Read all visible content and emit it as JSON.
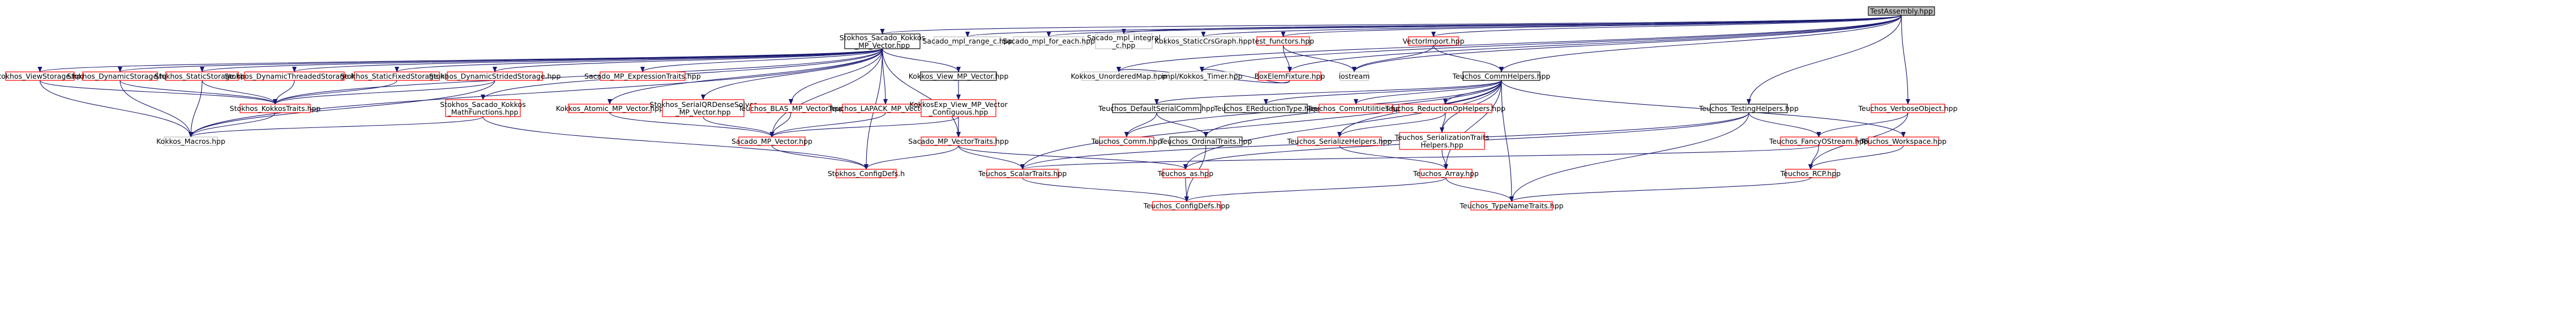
{
  "colors": {
    "edge": "#191970",
    "linked_border": "#000000",
    "unlinked_border": "#ff0000",
    "root_fill": "#bfbfbf",
    "node_fill": "#ffffff",
    "text": "#000000"
  },
  "nodes": [
    {
      "id": "root",
      "lines": [
        "TestAssembly.hpp"
      ],
      "kind": "root"
    },
    {
      "id": "sskmpv",
      "lines": [
        "Stokhos_Sacado_Kokkos",
        "_MP_Vector.hpp"
      ],
      "kind": "linked"
    },
    {
      "id": "mpl_range_c",
      "lines": [
        "Sacado_mpl_range_c.hpp"
      ],
      "kind": "plain"
    },
    {
      "id": "mpl_for_each",
      "lines": [
        "Sacado_mpl_for_each.hpp"
      ],
      "kind": "plain"
    },
    {
      "id": "mpl_integral",
      "lines": [
        "Sacado_mpl_integral",
        "_c.hpp"
      ],
      "kind": "plain"
    },
    {
      "id": "static_crs",
      "lines": [
        "Kokkos_StaticCrsGraph.hpp"
      ],
      "kind": "plain"
    },
    {
      "id": "test_functors",
      "lines": [
        "test_functors.hpp"
      ],
      "kind": "unlinked"
    },
    {
      "id": "vector_import",
      "lines": [
        "VectorImport.hpp"
      ],
      "kind": "unlinked"
    },
    {
      "id": "unordered_map",
      "lines": [
        "Kokkos_UnorderedMap.hpp"
      ],
      "kind": "plain"
    },
    {
      "id": "impl_timer",
      "lines": [
        "impl/Kokkos_Timer.hpp"
      ],
      "kind": "plain"
    },
    {
      "id": "box_elem",
      "lines": [
        "BoxElemFixture.hpp"
      ],
      "kind": "unlinked"
    },
    {
      "id": "iostream",
      "lines": [
        "iostream"
      ],
      "kind": "plain"
    },
    {
      "id": "comm_helpers",
      "lines": [
        "Teuchos_CommHelpers.hpp"
      ],
      "kind": "linked"
    },
    {
      "id": "view_storage",
      "lines": [
        "Stokhos_ViewStorage.hpp"
      ],
      "kind": "unlinked"
    },
    {
      "id": "dyn_storage",
      "lines": [
        "Stokhos_DynamicStorage.hpp"
      ],
      "kind": "unlinked"
    },
    {
      "id": "static_storage",
      "lines": [
        "Stokhos_StaticStorage.hpp"
      ],
      "kind": "unlinked"
    },
    {
      "id": "dyn_thr_storage",
      "lines": [
        "Stokhos_DynamicThreadedStorage.hpp"
      ],
      "kind": "unlinked"
    },
    {
      "id": "static_fixed",
      "lines": [
        "Stokhos_StaticFixedStorage.hpp"
      ],
      "kind": "unlinked"
    },
    {
      "id": "dyn_strided",
      "lines": [
        "Stokhos_DynamicStridedStorage.hpp"
      ],
      "kind": "unlinked"
    },
    {
      "id": "sacado_expr",
      "lines": [
        "Sacado_MP_ExpressionTraits.hpp"
      ],
      "kind": "unlinked"
    },
    {
      "id": "kokkos_view_mp",
      "lines": [
        "Kokkos_View_MP_Vector.hpp"
      ],
      "kind": "linked"
    },
    {
      "id": "kokkos_traits",
      "lines": [
        "Stokhos_KokkosTraits.hpp"
      ],
      "kind": "unlinked"
    },
    {
      "id": "sacado_math",
      "lines": [
        "Stokhos_Sacado_Kokkos",
        "_MathFunctions.hpp"
      ],
      "kind": "unlinked"
    },
    {
      "id": "atomic_mp",
      "lines": [
        "Kokkos_Atomic_MP_Vector.hpp"
      ],
      "kind": "unlinked"
    },
    {
      "id": "serial_qr",
      "lines": [
        "Stokhos_SerialQRDenseSolver",
        "_MP_Vector.hpp"
      ],
      "kind": "unlinked"
    },
    {
      "id": "blas_mp",
      "lines": [
        "Teuchos_BLAS_MP_Vector.hpp"
      ],
      "kind": "unlinked"
    },
    {
      "id": "lapack_mp",
      "lines": [
        "Teuchos_LAPACK_MP_Vector.hpp"
      ],
      "kind": "unlinked"
    },
    {
      "id": "kokkosexp_view",
      "lines": [
        "KokkosExp_View_MP_Vector",
        "_Contiguous.hpp"
      ],
      "kind": "unlinked"
    },
    {
      "id": "kokkos_macros",
      "lines": [
        "Kokkos_Macros.hpp"
      ],
      "kind": "plain"
    },
    {
      "id": "sacado_mp_vector",
      "lines": [
        "Sacado_MP_Vector.hpp"
      ],
      "kind": "unlinked"
    },
    {
      "id": "sacado_vec_traits",
      "lines": [
        "Sacado_MP_VectorTraits.hpp"
      ],
      "kind": "unlinked"
    },
    {
      "id": "stokhos_configdefs",
      "lines": [
        "Stokhos_ConfigDefs.h"
      ],
      "kind": "unlinked"
    },
    {
      "id": "default_serial_comm",
      "lines": [
        "Teuchos_DefaultSerialComm.hpp"
      ],
      "kind": "linked"
    },
    {
      "id": "ereduction",
      "lines": [
        "Teuchos_EReductionType.hpp"
      ],
      "kind": "linked"
    },
    {
      "id": "comm_utilities",
      "lines": [
        "Teuchos_CommUtilities.hpp"
      ],
      "kind": "unlinked"
    },
    {
      "id": "reduction_op",
      "lines": [
        "Teuchos_ReductionOpHelpers.hpp"
      ],
      "kind": "unlinked"
    },
    {
      "id": "testing_helpers",
      "lines": [
        "Teuchos_TestingHelpers.hpp"
      ],
      "kind": "linked"
    },
    {
      "id": "verbose_object",
      "lines": [
        "Teuchos_VerboseObject.hpp"
      ],
      "kind": "unlinked"
    },
    {
      "id": "teuchos_comm",
      "lines": [
        "Teuchos_Comm.hpp"
      ],
      "kind": "unlinked"
    },
    {
      "id": "ordinal_traits",
      "lines": [
        "Teuchos_OrdinalTraits.hpp"
      ],
      "kind": "linked"
    },
    {
      "id": "serialize_helpers",
      "lines": [
        "Teuchos_SerializeHelpers.hpp"
      ],
      "kind": "unlinked"
    },
    {
      "id": "serialization_traits",
      "lines": [
        "Teuchos_SerializationTraits",
        "Helpers.hpp"
      ],
      "kind": "unlinked"
    },
    {
      "id": "fancy_ostream",
      "lines": [
        "Teuchos_FancyOStream.hpp"
      ],
      "kind": "unlinked"
    },
    {
      "id": "workspace",
      "lines": [
        "Teuchos_Workspace.hpp"
      ],
      "kind": "unlinked"
    },
    {
      "id": "scalar_traits",
      "lines": [
        "Teuchos_ScalarTraits.hpp"
      ],
      "kind": "unlinked"
    },
    {
      "id": "teuchos_as",
      "lines": [
        "Teuchos_as.hpp"
      ],
      "kind": "unlinked"
    },
    {
      "id": "teuchos_array",
      "lines": [
        "Teuchos_Array.hpp"
      ],
      "kind": "unlinked"
    },
    {
      "id": "teuchos_rcp",
      "lines": [
        "Teuchos_RCP.hpp"
      ],
      "kind": "unlinked"
    },
    {
      "id": "teuchos_configdefs",
      "lines": [
        "Teuchos_ConfigDefs.hpp"
      ],
      "kind": "unlinked"
    },
    {
      "id": "type_name_traits",
      "lines": [
        "Teuchos_TypeNameTraits.hpp"
      ],
      "kind": "unlinked"
    }
  ],
  "edges": [
    [
      "root",
      "sskmpv"
    ],
    [
      "root",
      "mpl_range_c"
    ],
    [
      "root",
      "mpl_for_each"
    ],
    [
      "root",
      "mpl_integral"
    ],
    [
      "root",
      "static_crs"
    ],
    [
      "root",
      "test_functors"
    ],
    [
      "root",
      "vector_import"
    ],
    [
      "root",
      "unordered_map"
    ],
    [
      "root",
      "impl_timer"
    ],
    [
      "root",
      "box_elem"
    ],
    [
      "root",
      "iostream"
    ],
    [
      "root",
      "comm_helpers"
    ],
    [
      "root",
      "testing_helpers"
    ],
    [
      "root",
      "verbose_object"
    ],
    [
      "sskmpv",
      "view_storage"
    ],
    [
      "sskmpv",
      "dyn_storage"
    ],
    [
      "sskmpv",
      "static_storage"
    ],
    [
      "sskmpv",
      "dyn_thr_storage"
    ],
    [
      "sskmpv",
      "static_fixed"
    ],
    [
      "sskmpv",
      "dyn_strided"
    ],
    [
      "sskmpv",
      "sacado_expr"
    ],
    [
      "sskmpv",
      "kokkos_view_mp"
    ],
    [
      "sskmpv",
      "kokkos_traits"
    ],
    [
      "sskmpv",
      "sacado_math"
    ],
    [
      "sskmpv",
      "atomic_mp"
    ],
    [
      "sskmpv",
      "serial_qr"
    ],
    [
      "sskmpv",
      "blas_mp"
    ],
    [
      "sskmpv",
      "lapack_mp"
    ],
    [
      "sskmpv",
      "kokkos_macros"
    ],
    [
      "sskmpv",
      "sacado_mp_vector"
    ],
    [
      "sskmpv",
      "sacado_vec_traits"
    ],
    [
      "sskmpv",
      "stokhos_configdefs"
    ],
    [
      "view_storage",
      "kokkos_traits"
    ],
    [
      "view_storage",
      "kokkos_macros"
    ],
    [
      "dyn_storage",
      "kokkos_traits"
    ],
    [
      "dyn_storage",
      "kokkos_macros"
    ],
    [
      "static_storage",
      "kokkos_traits"
    ],
    [
      "static_storage",
      "kokkos_macros"
    ],
    [
      "dyn_thr_storage",
      "kokkos_traits"
    ],
    [
      "static_fixed",
      "kokkos_traits"
    ],
    [
      "dyn_strided",
      "kokkos_traits"
    ],
    [
      "dyn_strided",
      "kokkos_macros"
    ],
    [
      "kokkos_traits",
      "kokkos_macros"
    ],
    [
      "sacado_math",
      "kokkos_macros"
    ],
    [
      "sacado_math",
      "stokhos_configdefs"
    ],
    [
      "atomic_mp",
      "sacado_mp_vector"
    ],
    [
      "serial_qr",
      "sacado_mp_vector"
    ],
    [
      "blas_mp",
      "sacado_mp_vector"
    ],
    [
      "lapack_mp",
      "sacado_mp_vector"
    ],
    [
      "kokkos_view_mp",
      "kokkosexp_view"
    ],
    [
      "kokkosexp_view",
      "sacado_mp_vector"
    ],
    [
      "kokkosexp_view",
      "sacado_vec_traits"
    ],
    [
      "sacado_mp_vector",
      "stokhos_configdefs"
    ],
    [
      "sacado_vec_traits",
      "stokhos_configdefs"
    ],
    [
      "sacado_vec_traits",
      "scalar_traits"
    ],
    [
      "sacado_vec_traits",
      "teuchos_as"
    ],
    [
      "test_functors",
      "box_elem"
    ],
    [
      "test_functors",
      "iostream"
    ],
    [
      "vector_import",
      "iostream"
    ],
    [
      "vector_import",
      "comm_helpers"
    ],
    [
      "box_elem",
      "unordered_map"
    ],
    [
      "box_elem",
      "impl_timer"
    ],
    [
      "comm_helpers",
      "default_serial_comm"
    ],
    [
      "comm_helpers",
      "ereduction"
    ],
    [
      "comm_helpers",
      "comm_utilities"
    ],
    [
      "comm_helpers",
      "reduction_op"
    ],
    [
      "comm_helpers",
      "ordinal_traits"
    ],
    [
      "comm_helpers",
      "serialize_helpers"
    ],
    [
      "comm_helpers",
      "serialization_traits"
    ],
    [
      "comm_helpers",
      "teuchos_comm"
    ],
    [
      "comm_helpers",
      "scalar_traits"
    ],
    [
      "comm_helpers",
      "teuchos_as"
    ],
    [
      "comm_helpers",
      "teuchos_array"
    ],
    [
      "comm_helpers",
      "type_name_traits"
    ],
    [
      "comm_helpers",
      "workspace"
    ],
    [
      "default_serial_comm",
      "teuchos_comm"
    ],
    [
      "default_serial_comm",
      "ordinal_traits"
    ],
    [
      "reduction_op",
      "serialize_helpers"
    ],
    [
      "reduction_op",
      "serialization_traits"
    ],
    [
      "serialize_helpers",
      "teuchos_array"
    ],
    [
      "serialization_traits",
      "teuchos_array"
    ],
    [
      "ordinal_traits",
      "teuchos_configdefs"
    ],
    [
      "scalar_traits",
      "teuchos_configdefs"
    ],
    [
      "teuchos_as",
      "teuchos_configdefs"
    ],
    [
      "teuchos_array",
      "teuchos_configdefs"
    ],
    [
      "teuchos_array",
      "type_name_traits"
    ],
    [
      "testing_helpers",
      "fancy_ostream"
    ],
    [
      "testing_helpers",
      "type_name_traits"
    ],
    [
      "testing_helpers",
      "teuchos_as"
    ],
    [
      "testing_helpers",
      "scalar_traits"
    ],
    [
      "verbose_object",
      "fancy_ostream"
    ],
    [
      "verbose_object",
      "teuchos_rcp"
    ],
    [
      "fancy_ostream",
      "teuchos_rcp"
    ],
    [
      "fancy_ostream",
      "scalar_traits"
    ],
    [
      "workspace",
      "teuchos_rcp"
    ],
    [
      "teuchos_rcp",
      "type_name_traits"
    ]
  ]
}
